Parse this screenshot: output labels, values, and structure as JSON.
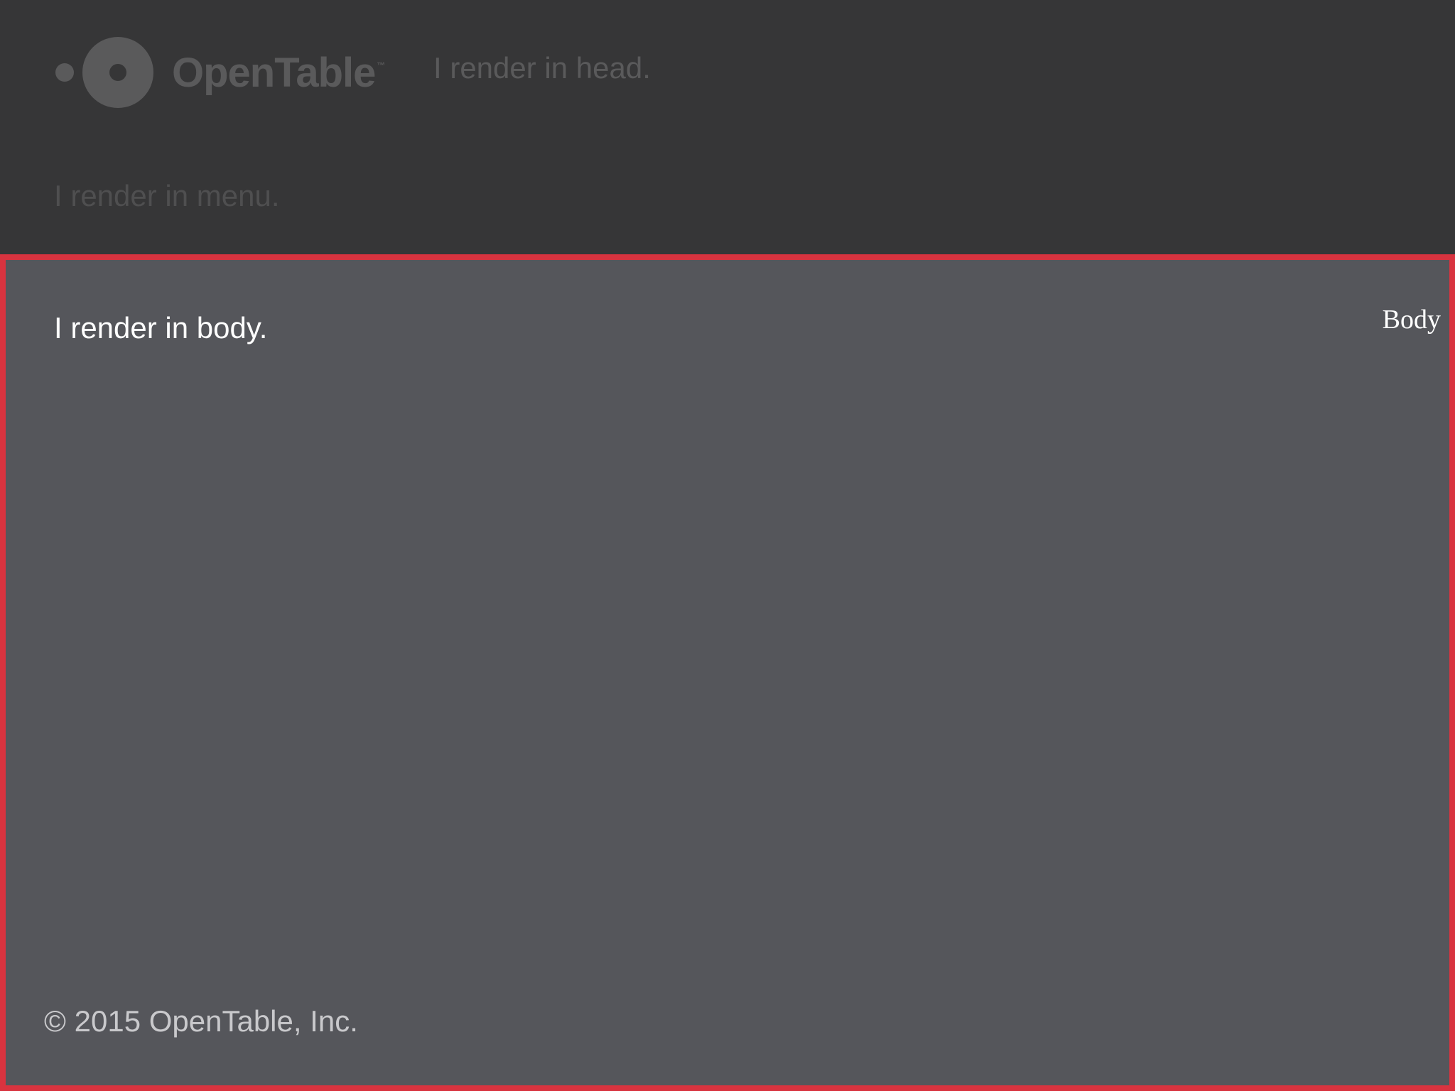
{
  "header": {
    "logo": {
      "brand": "OpenTable",
      "trademark": "™"
    },
    "head_text": "I render in head.",
    "menu_text": "I render in menu."
  },
  "body": {
    "label": "Body",
    "text": "I render in body.",
    "footer": "© 2015 OpenTable, Inc."
  },
  "colors": {
    "header_background": "#363637",
    "body_background": "#55565b",
    "body_border": "#d8333f",
    "logo": "#5a5a5b"
  }
}
